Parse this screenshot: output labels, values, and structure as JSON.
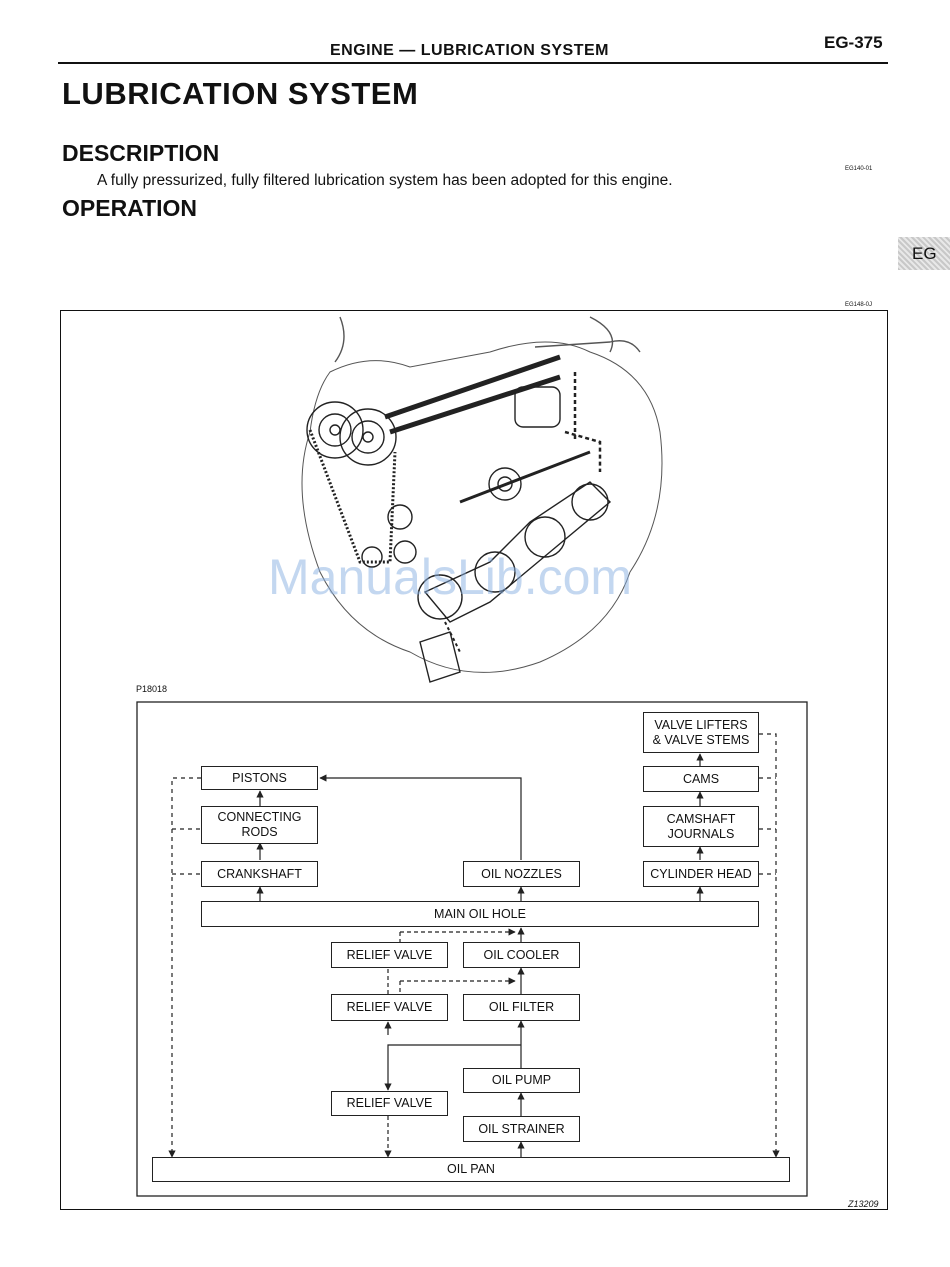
{
  "header": {
    "section_title": "ENGINE — LUBRICATION SYSTEM",
    "page_number": "EG-375",
    "side_tab": "EG"
  },
  "main_title": "LUBRICATION SYSTEM",
  "description": {
    "heading": "DESCRIPTION",
    "text": "A fully pressurized, fully filtered lubrication system has been adopted for this engine.",
    "code": "EG140-01"
  },
  "operation": {
    "heading": "OPERATION",
    "code": "EG148-0J",
    "figure_code": "P18018",
    "diagram_code": "Z13209"
  },
  "watermark": "ManualsLib.com",
  "flowchart": {
    "pistons": "PISTONS",
    "connecting_rods": "CONNECTING\nRODS",
    "crankshaft": "CRANKSHAFT",
    "oil_nozzles": "OIL NOZZLES",
    "valve_lifters": "VALVE LIFTERS\n& VALVE STEMS",
    "cams": "CAMS",
    "camshaft_journals": "CAMSHAFT\nJOURNALS",
    "cylinder_head": "CYLINDER HEAD",
    "main_oil_hole": "MAIN OIL HOLE",
    "relief_valve_1": "RELIEF VALVE",
    "oil_cooler": "OIL COOLER",
    "relief_valve_2": "RELIEF VALVE",
    "oil_filter": "OIL FILTER",
    "oil_pump": "OIL PUMP",
    "relief_valve_3": "RELIEF VALVE",
    "oil_strainer": "OIL STRAINER",
    "oil_pan": "OIL PAN"
  }
}
